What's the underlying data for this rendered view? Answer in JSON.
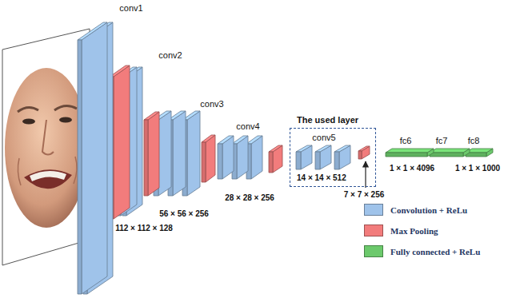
{
  "diagram": {
    "nodes": [
      {
        "text": [
          "The used layer",
          "conv5",
          "14 × 14 × 512"
        ]
      }
    ],
    "labels": [
      "conv1",
      "conv2",
      "conv3",
      "conv4",
      "fc6",
      "fc7",
      "fc8",
      "112 × 112 × 128",
      "56 × 56 × 256",
      "28 × 28 × 256",
      "7 × 7 × 256",
      "1 × 1 × 4096",
      "1 × 1 × 1000"
    ],
    "legend": [
      {
        "text": "Convolution + ReLu",
        "color": "#9fc3ea"
      },
      {
        "text": "Max Pooling",
        "color": "#f27c7c"
      },
      {
        "text": "Fully connected + ReLu",
        "color": "#6cc96c"
      }
    ]
  }
}
